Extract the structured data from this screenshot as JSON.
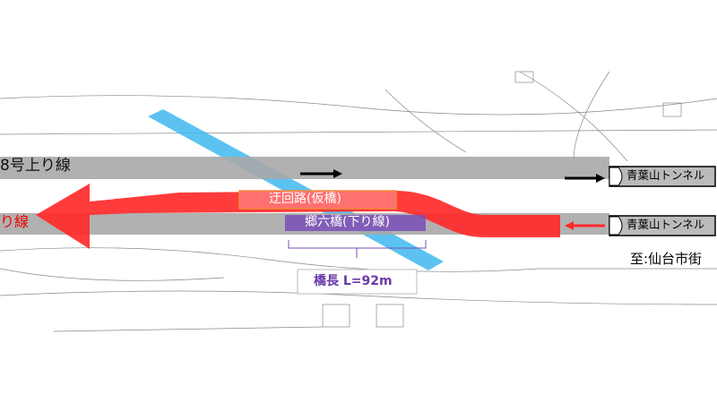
{
  "labels": {
    "up_line": "8号上り線",
    "down_line": "り線",
    "detour": "迂回路(仮橋)",
    "bridge": "郷六橋(下り線)",
    "bridge_length": "橋長 L=92m",
    "tunnel_upper": "青葉山トンネル",
    "tunnel_lower": "青葉山トンネル",
    "destination": "至:仙台市街"
  },
  "colors": {
    "road": "#a8a8a8",
    "detour": "#ff2a2a",
    "river": "#40b8ee",
    "detour_box": "#f08a3a",
    "bridge_box": "#7a4fb8",
    "length_text": "#6a3aa8"
  }
}
